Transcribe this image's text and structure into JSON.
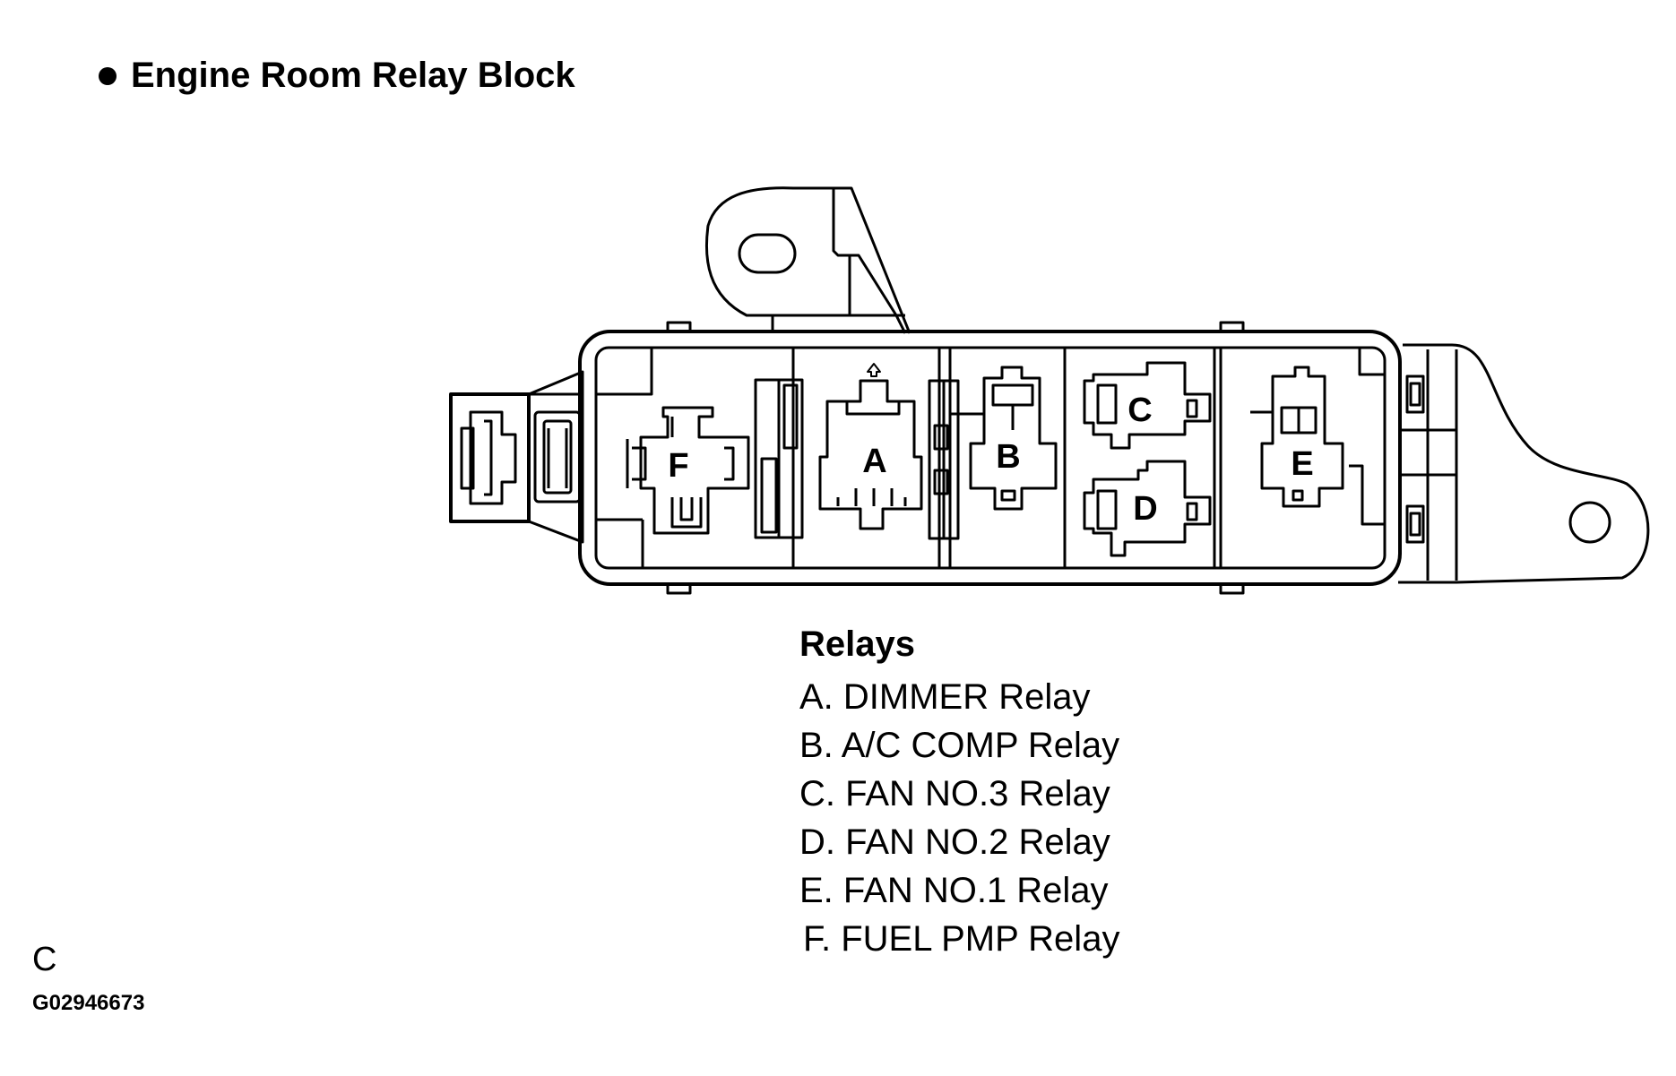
{
  "title": "Engine Room Relay Block",
  "relay_labels": {
    "a": "A",
    "b": "B",
    "c": "C",
    "d": "D",
    "e": "E",
    "f": "F"
  },
  "legend": {
    "heading": "Relays",
    "items": [
      "A. DIMMER Relay",
      "B. A/C COMP Relay",
      "C. FAN NO.3 Relay",
      "D. FAN NO.2 Relay",
      "E. FAN NO.1 Relay",
      "F. FUEL PMP Relay"
    ]
  },
  "corner_letter": "C",
  "figure_code": "G02946673"
}
